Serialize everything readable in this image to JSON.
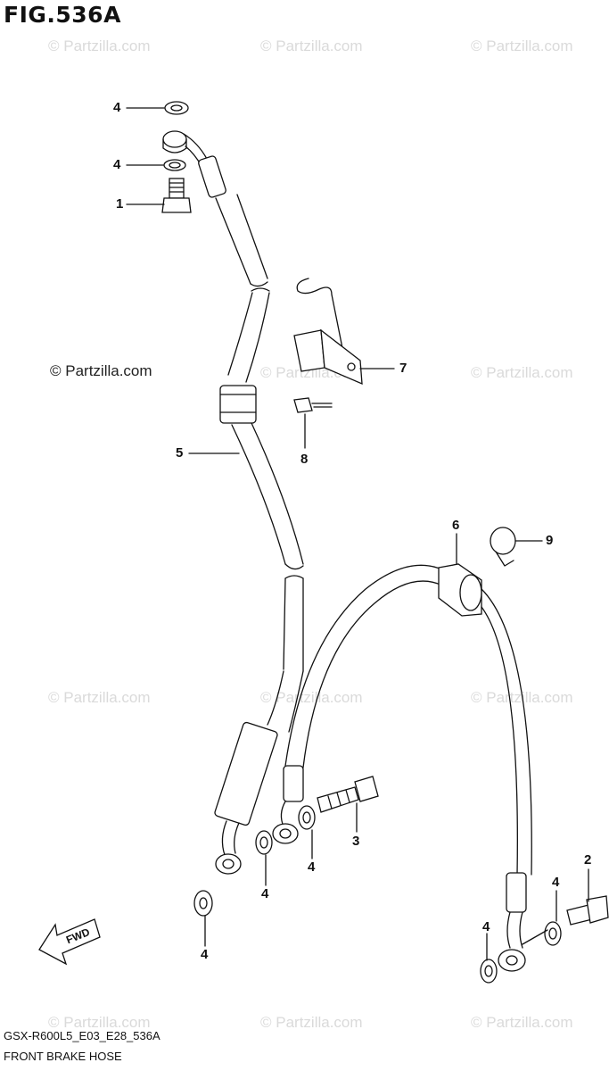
{
  "figure": {
    "title": "FIG.536A"
  },
  "watermark": {
    "text": "© Partzilla.com",
    "main_text": "© Partzilla.com"
  },
  "callouts": [
    {
      "id": "c-4a",
      "label": "4"
    },
    {
      "id": "c-4b",
      "label": "4"
    },
    {
      "id": "c-1",
      "label": "1"
    },
    {
      "id": "c-7",
      "label": "7"
    },
    {
      "id": "c-8",
      "label": "8"
    },
    {
      "id": "c-5",
      "label": "5"
    },
    {
      "id": "c-6",
      "label": "6"
    },
    {
      "id": "c-9",
      "label": "9"
    },
    {
      "id": "c-3",
      "label": "3"
    },
    {
      "id": "c-4c",
      "label": "4"
    },
    {
      "id": "c-4d",
      "label": "4"
    },
    {
      "id": "c-4e",
      "label": "4"
    },
    {
      "id": "c-2",
      "label": "2"
    },
    {
      "id": "c-4f",
      "label": "4"
    },
    {
      "id": "c-4g",
      "label": "4"
    }
  ],
  "fwd_label": "FWD",
  "footer": {
    "code": "GSX-R600L5_E03_E28_536A",
    "name": "FRONT BRAKE HOSE"
  }
}
